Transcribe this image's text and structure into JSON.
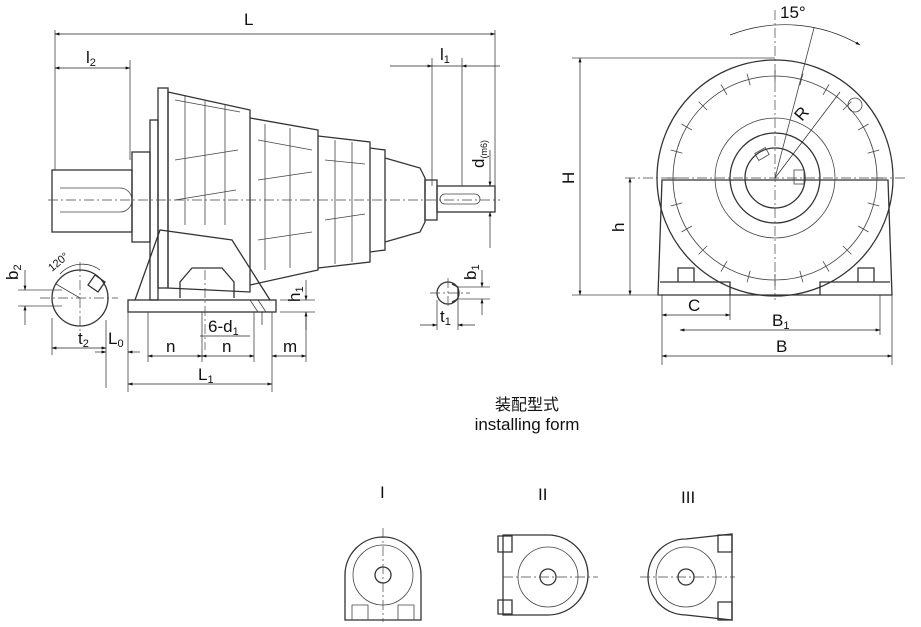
{
  "side_view": {
    "L": "L",
    "l2": "l",
    "l2_sub": "2",
    "l1": "l",
    "l1_sub": "1",
    "d": "d",
    "d_sub": "(m6)",
    "b2": "b",
    "b2_sub": "2",
    "angle": "120°",
    "t2": "t",
    "t2_sub": "2",
    "L0": "L",
    "L0_sub": "0",
    "n1": "n",
    "n2": "n",
    "bolt": "6-d",
    "bolt_sub": "1",
    "m": "m",
    "L1": "L",
    "L1_sub": "1",
    "h1": "h",
    "h1_sub": "1",
    "b1": "b",
    "b1_sub": "1",
    "t1": "t",
    "t1_sub": "1"
  },
  "front_view": {
    "angle": "15°",
    "R": "R",
    "H": "H",
    "h": "h",
    "C": "C",
    "B1": "B",
    "B1_sub": "1",
    "B": "B"
  },
  "caption": {
    "zh": "装配型式",
    "en": "installing form"
  },
  "forms": [
    {
      "label": "I"
    },
    {
      "label": "II"
    },
    {
      "label": "III"
    }
  ]
}
